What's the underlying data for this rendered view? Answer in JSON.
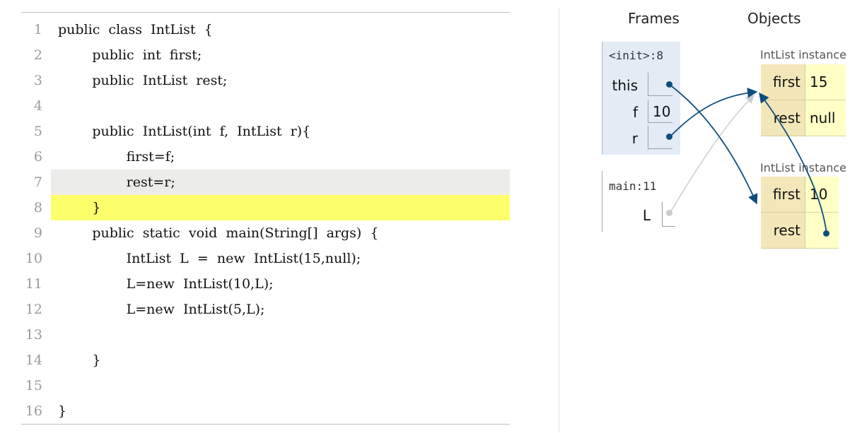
{
  "code": {
    "lines": [
      {
        "no": "1",
        "text": "public  class  IntList  {"
      },
      {
        "no": "2",
        "text": "        public  int  first;"
      },
      {
        "no": "3",
        "text": "        public  IntList  rest;"
      },
      {
        "no": "4",
        "text": ""
      },
      {
        "no": "5",
        "text": "        public  IntList(int  f,  IntList  r){"
      },
      {
        "no": "6",
        "text": "                first=f;"
      },
      {
        "no": "7",
        "text": "                rest=r;"
      },
      {
        "no": "8",
        "text": "        }"
      },
      {
        "no": "9",
        "text": "        public  static  void  main(String[]  args)  {"
      },
      {
        "no": "10",
        "text": "                IntList  L  =  new  IntList(15,null);"
      },
      {
        "no": "11",
        "text": "                L=new  IntList(10,L);"
      },
      {
        "no": "12",
        "text": "                L=new  IntList(5,L);"
      },
      {
        "no": "13",
        "text": ""
      },
      {
        "no": "14",
        "text": "        }"
      },
      {
        "no": "15",
        "text": ""
      },
      {
        "no": "16",
        "text": "}"
      }
    ],
    "prev_line": 7,
    "current_line": 8
  },
  "viz": {
    "frames_header": "Frames",
    "objects_header": "Objects",
    "frames": [
      {
        "title": "<init>:8",
        "vars": [
          {
            "name": "this",
            "value": ""
          },
          {
            "name": "f",
            "value": "10"
          },
          {
            "name": "r",
            "value": ""
          }
        ]
      },
      {
        "title": "main:11",
        "vars": [
          {
            "name": "L",
            "value": ""
          }
        ]
      }
    ],
    "objects": [
      {
        "title": "IntList instance",
        "fields": [
          {
            "name": "first",
            "value": "15"
          },
          {
            "name": "rest",
            "value": "null"
          }
        ]
      },
      {
        "title": "IntList instance",
        "fields": [
          {
            "name": "first",
            "value": "10"
          },
          {
            "name": "rest",
            "value": ""
          }
        ]
      }
    ]
  },
  "colors": {
    "pointer": "#0d4e7c",
    "pointer_inactive": "#cccccc",
    "current_line": "#fcff6a",
    "prev_line": "#ececea",
    "frame_active": "#e3ebf5",
    "field_name_bg": "#f3e6b8",
    "field_value_bg": "#ffffc6"
  }
}
